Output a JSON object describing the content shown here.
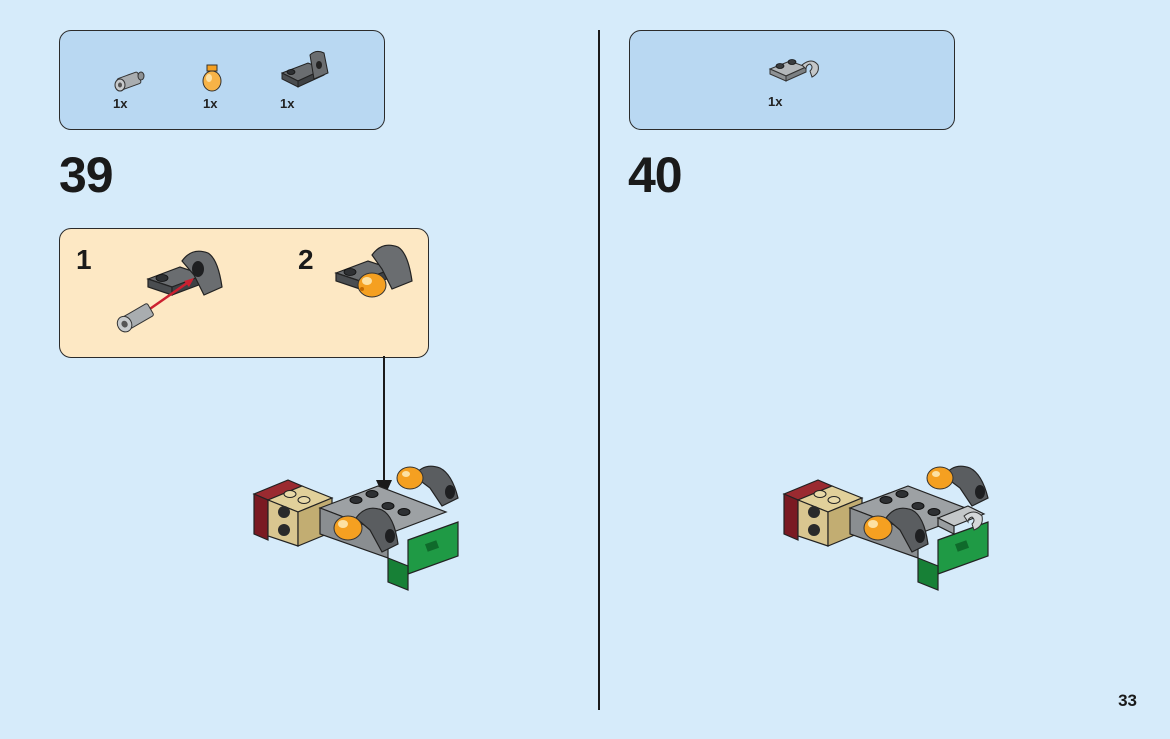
{
  "step39": {
    "number": "39",
    "parts": [
      {
        "icon": "technic-pin-connector-icon",
        "qty": "1x"
      },
      {
        "icon": "orange-lamp-holder-icon",
        "qty": "1x"
      },
      {
        "icon": "dark-gray-bracket-hole-icon",
        "qty": "1x"
      }
    ],
    "substeps": [
      "1",
      "2"
    ]
  },
  "step40": {
    "number": "40",
    "parts": [
      {
        "icon": "light-gray-clip-plate-icon",
        "qty": "1x"
      }
    ]
  },
  "page_number": "33",
  "colors": {
    "page_bg": "#d6ebfa",
    "parts_box": "#b9d8f2",
    "substep_box": "#fde8c4",
    "arrow": "#cc2030",
    "dark_gray": "#5a5d60",
    "light_gray": "#a3a7aa",
    "tan": "#d9c690",
    "dark_red": "#7a1a22",
    "green": "#1f9a45",
    "orange_trans": "#f5a021"
  }
}
